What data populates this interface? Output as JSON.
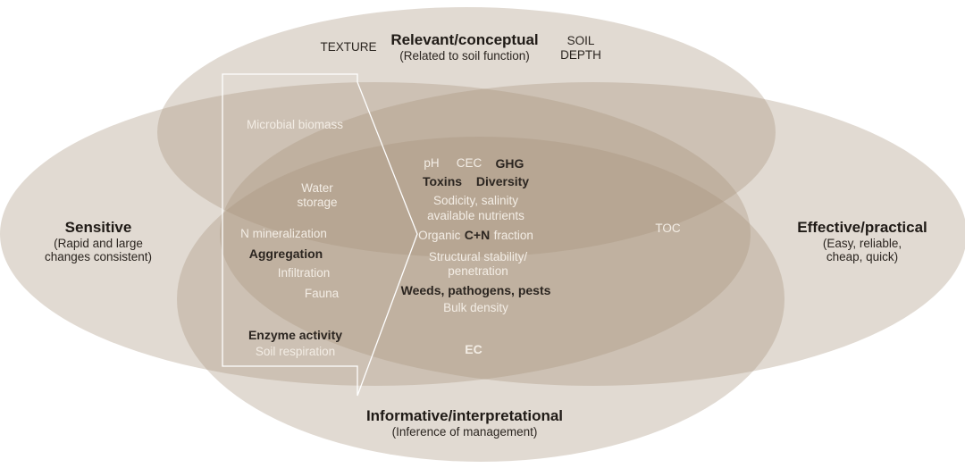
{
  "categories": {
    "relevant": {
      "title": "Relevant/conceptual",
      "subtitle": "(Related to soil function)"
    },
    "sensitive": {
      "title": "Sensitive",
      "subtitle_1": "(Rapid and large",
      "subtitle_2": "changes consistent)"
    },
    "effective": {
      "title": "Effective/practical",
      "subtitle_1": "(Easy, reliable,",
      "subtitle_2": "cheap, quick)"
    },
    "informative": {
      "title": "Informative/interpretational",
      "subtitle": "(Inference of management)"
    }
  },
  "indicators": {
    "texture": "TEXTURE",
    "soil_depth_1": "SOIL",
    "soil_depth_2": "DEPTH",
    "microbial_biomass": "Microbial biomass",
    "water_storage_1": "Water",
    "water_storage_2": "storage",
    "n_mineralization": "N mineralization",
    "aggregation": "Aggregation",
    "infiltration": "Infiltration",
    "fauna": "Fauna",
    "enzyme_activity": "Enzyme activity",
    "soil_respiration": "Soil respiration",
    "ph": "pH",
    "cec": "CEC",
    "ghg": "GHG",
    "toxins": "Toxins",
    "diversity": "Diversity",
    "sodicity": "Sodicity, salinity",
    "available_nutrients": "available nutrients",
    "organic": "Organic",
    "cn": "C+N",
    "fraction": "fraction",
    "structural_1": "Structural stability/",
    "structural_2": "penetration",
    "weeds": "Weeds, pathogens, pests",
    "bulk_density": "Bulk density",
    "toc": "TOC",
    "ec": "EC"
  },
  "colors": {
    "fill": "#a8937a",
    "bracket": "#ffffff",
    "page": "#ffffff"
  }
}
